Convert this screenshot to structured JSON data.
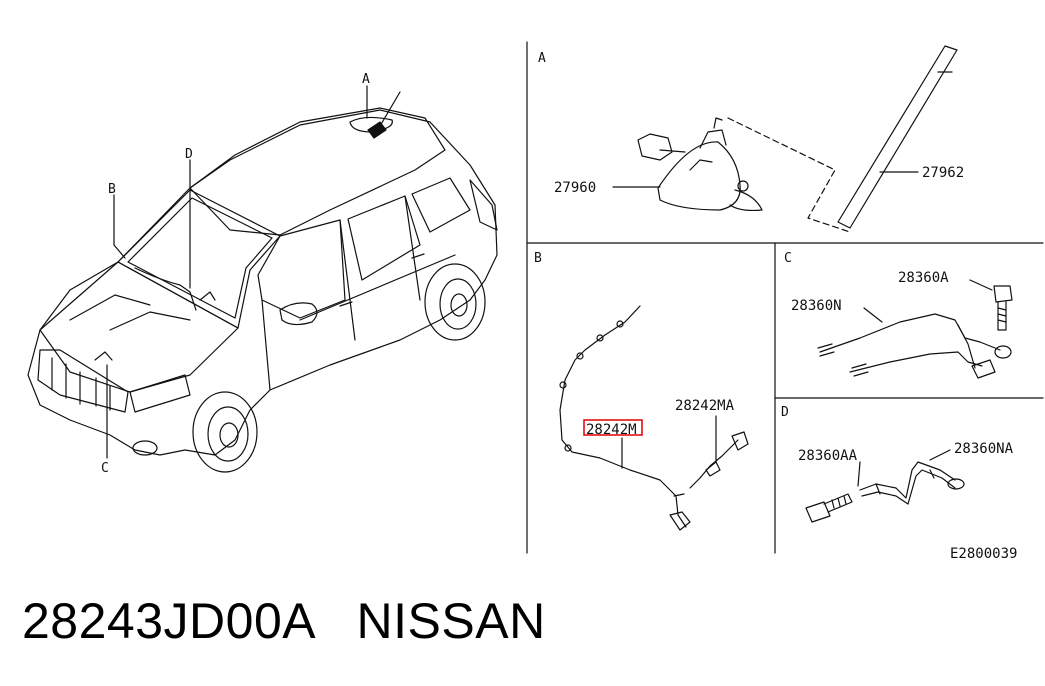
{
  "panels": {
    "a": {
      "letter": "A",
      "labels": {
        "base": "27960",
        "rod": "27962"
      }
    },
    "b": {
      "letter": "B",
      "labels": {
        "feeder": "28242M",
        "cable": "28242MA"
      }
    },
    "c": {
      "letter": "C",
      "labels": {
        "bolt": "28360A",
        "strap": "28360N"
      }
    },
    "d": {
      "letter": "D",
      "labels": {
        "bolt": "28360AA",
        "strap": "28360NA"
      }
    }
  },
  "car": {
    "callouts": {
      "a": "A",
      "b": "B",
      "c": "C",
      "d": "D"
    }
  },
  "illustration_code": "E2800039",
  "caption": {
    "part_number": "28243JD00A",
    "brand": "NISSAN"
  },
  "colors": {
    "highlight": "#e01010",
    "ink": "#111111"
  }
}
